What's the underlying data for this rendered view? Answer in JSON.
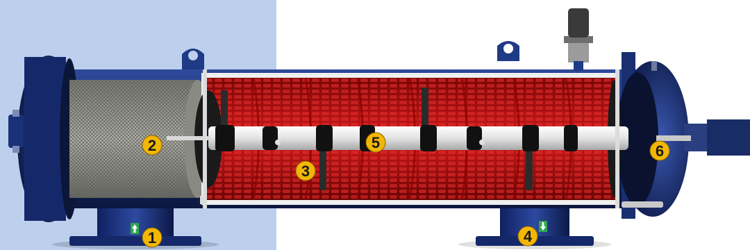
{
  "callouts": [
    {
      "id": "callout-1",
      "label": "1"
    },
    {
      "id": "callout-2",
      "label": "2"
    },
    {
      "id": "callout-3",
      "label": "3"
    },
    {
      "id": "callout-4",
      "label": "4"
    },
    {
      "id": "callout-5",
      "label": "5"
    },
    {
      "id": "callout-6",
      "label": "6"
    }
  ],
  "colors": {
    "background_left": "#bcd0ee",
    "background_right": "#ffffff",
    "housing_blue": "#1c2f6e",
    "screen_red": "#c41414",
    "callout_fill": "#f2b705",
    "shaft_white": "#e8e8e8",
    "mesh_gray": "#9a9a92"
  },
  "icons": {
    "flow_arrow_inlet": "flow-up-arrow-icon",
    "flow_arrow_outlet": "flow-down-arrow-icon"
  }
}
